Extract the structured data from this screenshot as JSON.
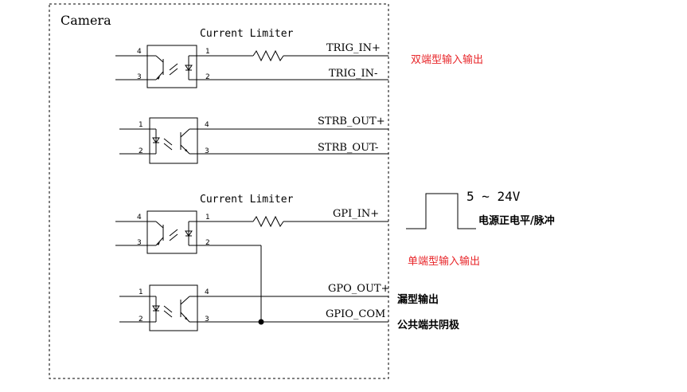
{
  "camera_label": "Camera",
  "current_limiter_label": "Current Limiter",
  "signals": {
    "trig_in_plus": "TRIG_IN+",
    "trig_in_minus": "TRIG_IN-",
    "strb_out_plus": "STRB_OUT+",
    "strb_out_minus": "STRB_OUT-",
    "gpi_in_plus": "GPI_IN+",
    "gpo_out_plus": "GPO_OUT+",
    "gpio_com": "GPIO_COM"
  },
  "annotations": {
    "differential_io": "双端型输入输出",
    "single_ended_io": "单端型输入输出",
    "voltage_range": "5 ~ 24V",
    "positive_pulse": "电源正电平/脉冲",
    "open_drain_output": "漏型输出",
    "common_cathode": "公共端共阴极"
  },
  "pins": {
    "in_left_top": "4",
    "in_left_bottom": "3",
    "in_right_top": "1",
    "in_right_bottom": "2",
    "out_left_top": "1",
    "out_left_bottom": "2",
    "out_right_top": "4",
    "out_right_bottom": "3"
  },
  "colors": {
    "annotation_red": "#e8262a",
    "line": "#000000"
  }
}
